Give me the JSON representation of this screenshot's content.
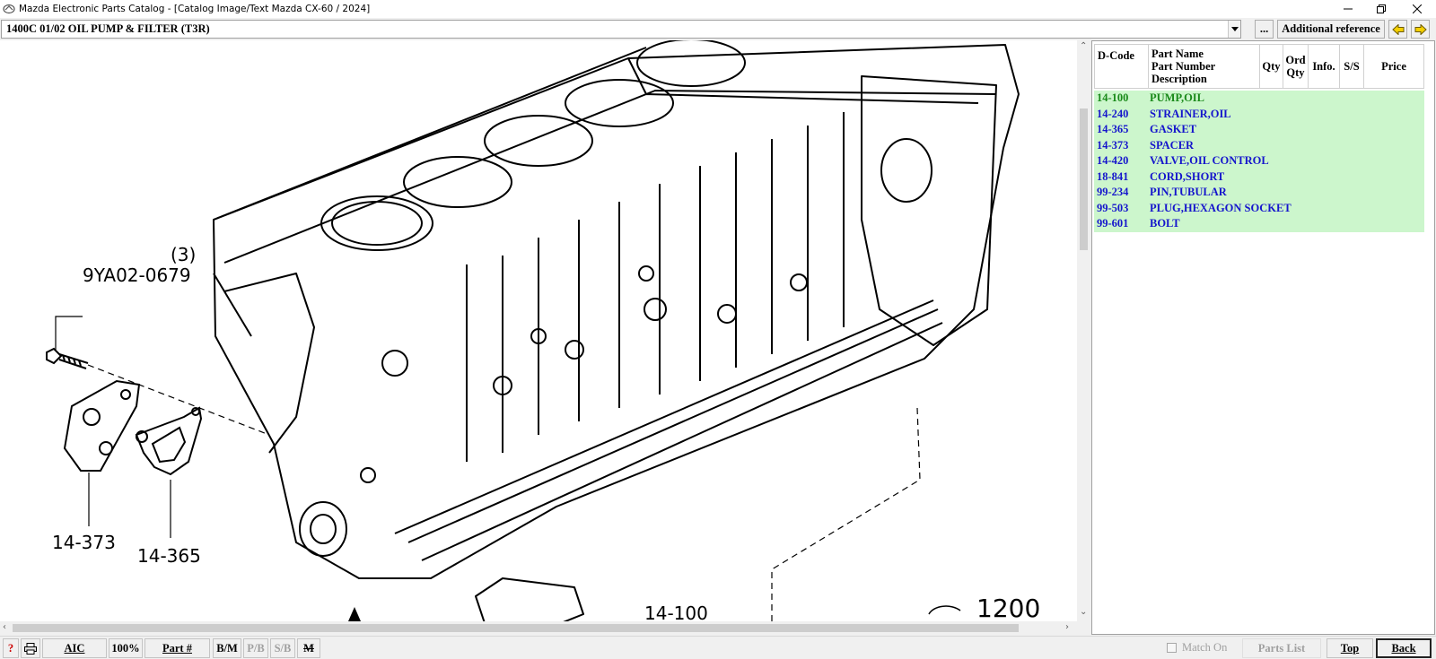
{
  "window": {
    "title": "Mazda Electronic Parts Catalog - [Catalog Image/Text Mazda CX-60 / 2024]"
  },
  "toolbar": {
    "group_selector_value": "1400C 01/02 OIL PUMP & FILTER (T3R)",
    "ellipsis_label": "...",
    "additional_reference_label": "Additional reference"
  },
  "diagram": {
    "callouts": {
      "qty_3": "(3)",
      "bolt_part_number": "9YA02-0679",
      "spacer": "14-373",
      "gasket": "14-365",
      "pump": "14-100",
      "group_1200": "1200"
    }
  },
  "parts_table": {
    "headers": {
      "dcode": "D-Code",
      "part_name": "Part Name",
      "part_number": "Part Number",
      "description": "Description",
      "qty": "Qty",
      "ord": "Ord",
      "ord_qty": "Qty",
      "info": "Info.",
      "ss": "S/S",
      "price": "Price"
    },
    "rows": [
      {
        "code": "14-100",
        "name": "PUMP,OIL"
      },
      {
        "code": "14-240",
        "name": "STRAINER,OIL"
      },
      {
        "code": "14-365",
        "name": "GASKET"
      },
      {
        "code": "14-373",
        "name": "SPACER"
      },
      {
        "code": "14-420",
        "name": "VALVE,OIL CONTROL"
      },
      {
        "code": "18-841",
        "name": "CORD,SHORT"
      },
      {
        "code": "99-234",
        "name": "PIN,TUBULAR"
      },
      {
        "code": "99-503",
        "name": "PLUG,HEXAGON SOCKET"
      },
      {
        "code": "99-601",
        "name": "BOLT"
      }
    ],
    "colors": {
      "selected_row_text": "#1a8a1a",
      "row_text": "#1515cc",
      "row_background": "#ccf6cc"
    }
  },
  "statusbar": {
    "help_label": "?",
    "aic_label": "AIC",
    "zoom_label": "100%",
    "part_number_label": "Part #",
    "bm_label": "B/M",
    "pb_label": "P/B",
    "sb_label": "S/B",
    "m_label": "M",
    "match_on_label": "Match On",
    "parts_list_label": "Parts List",
    "top_label": "Top",
    "back_label": "Back"
  }
}
